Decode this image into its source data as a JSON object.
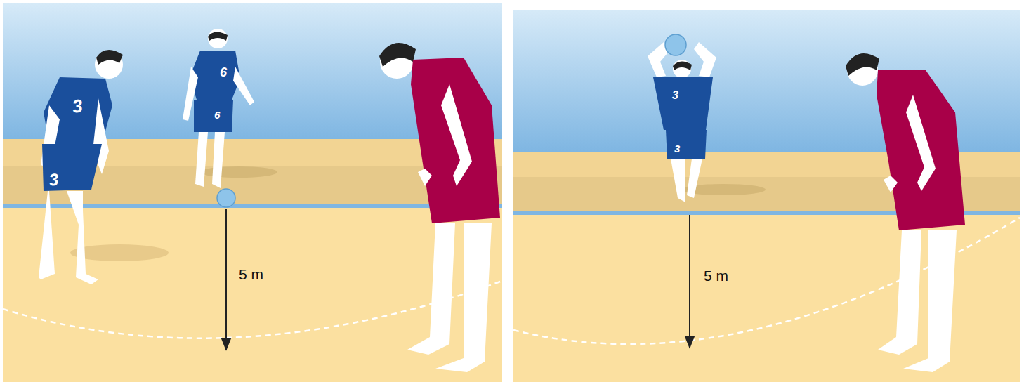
{
  "diagram": {
    "labels": [
      "3",
      "3",
      "6",
      "6",
      "5 m",
      "3",
      "3",
      "5 m"
    ]
  }
}
